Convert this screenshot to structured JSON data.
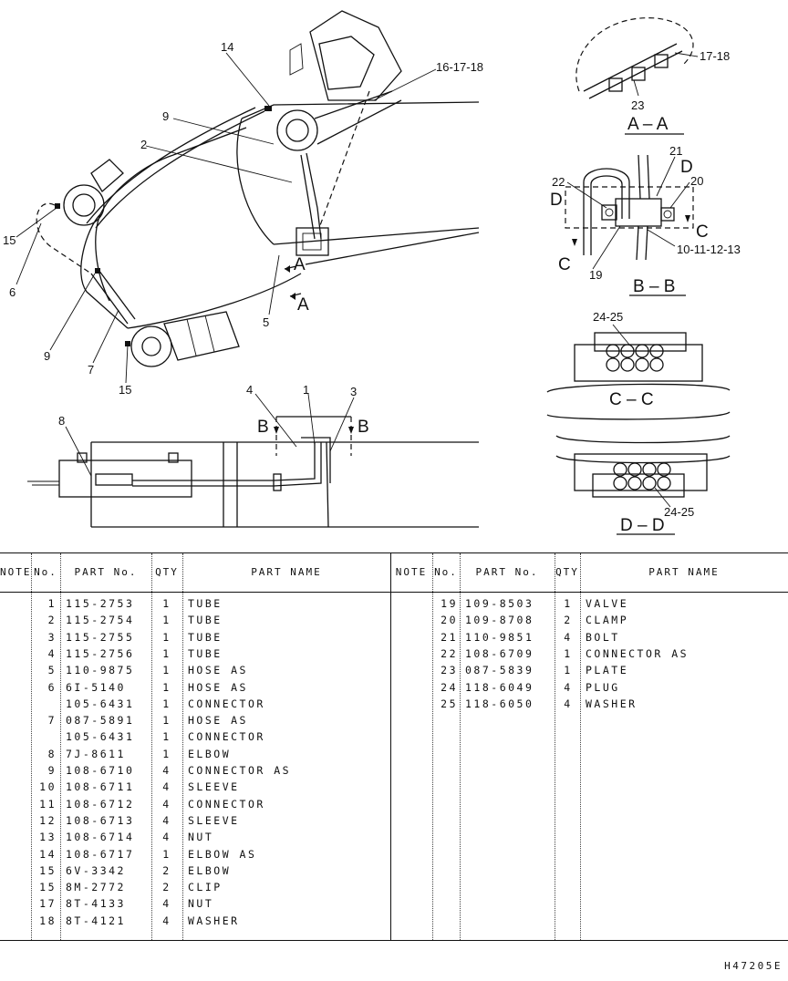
{
  "callouts": {
    "c14": "14",
    "c16_17_18": "16-17-18",
    "c9a": "9",
    "c2": "2",
    "c15a": "15",
    "c6": "6",
    "c9b": "9",
    "c7": "7",
    "c15b": "15",
    "c5": "5",
    "cA1": "A",
    "cA2": "A",
    "c8": "8",
    "c4": "4",
    "c1": "1",
    "c3": "3",
    "cB1": "B",
    "cB2": "B",
    "c23": "23",
    "c17_18": "17-18",
    "c21": "21",
    "cD1": "D",
    "c20": "20",
    "c22": "22",
    "cD2": "D",
    "cC1": "C",
    "cC2": "C",
    "c19": "19",
    "c10_13": "10-11-12-13",
    "c24_25a": "24-25",
    "c24_25b": "24-25"
  },
  "sections": {
    "aa": "A – A",
    "bb": "B – B",
    "cc": "C – C",
    "dd": "D – D"
  },
  "table_headers": {
    "note": "NOTE",
    "no": "No.",
    "part_no": "PART No.",
    "qty": "QTY",
    "part_name": "PART NAME"
  },
  "parts_left": [
    {
      "no": "1",
      "part_no": "115-2753",
      "qty": "1",
      "name": "TUBE"
    },
    {
      "no": "2",
      "part_no": "115-2754",
      "qty": "1",
      "name": "TUBE"
    },
    {
      "no": "3",
      "part_no": "115-2755",
      "qty": "1",
      "name": "TUBE"
    },
    {
      "no": "4",
      "part_no": "115-2756",
      "qty": "1",
      "name": "TUBE"
    },
    {
      "no": "5",
      "part_no": "110-9875",
      "qty": "1",
      "name": "HOSE AS"
    },
    {
      "no": "6",
      "part_no": "6I-5140",
      "qty": "1",
      "name": "HOSE AS"
    },
    {
      "no": "",
      "part_no": "105-6431",
      "qty": "1",
      "name": "  CONNECTOR"
    },
    {
      "no": "7",
      "part_no": "087-5891",
      "qty": "1",
      "name": "HOSE AS"
    },
    {
      "no": "",
      "part_no": "105-6431",
      "qty": "1",
      "name": "  CONNECTOR"
    },
    {
      "no": "8",
      "part_no": "7J-8611",
      "qty": "1",
      "name": "ELBOW"
    },
    {
      "no": "9",
      "part_no": "108-6710",
      "qty": "4",
      "name": "CONNECTOR AS"
    },
    {
      "no": "10",
      "part_no": "108-6711",
      "qty": "4",
      "name": "SLEEVE"
    },
    {
      "no": "11",
      "part_no": "108-6712",
      "qty": "4",
      "name": "CONNECTOR"
    },
    {
      "no": "12",
      "part_no": "108-6713",
      "qty": "4",
      "name": "SLEEVE"
    },
    {
      "no": "13",
      "part_no": "108-6714",
      "qty": "4",
      "name": "NUT"
    },
    {
      "no": "14",
      "part_no": "108-6717",
      "qty": "1",
      "name": "ELBOW AS"
    },
    {
      "no": "15",
      "part_no": "6V-3342",
      "qty": "2",
      "name": "ELBOW"
    },
    {
      "no": "15",
      "part_no": "8M-2772",
      "qty": "2",
      "name": "CLIP"
    },
    {
      "no": "17",
      "part_no": "8T-4133",
      "qty": "4",
      "name": "NUT"
    },
    {
      "no": "18",
      "part_no": "8T-4121",
      "qty": "4",
      "name": "WASHER"
    }
  ],
  "parts_right": [
    {
      "no": "19",
      "part_no": "109-8503",
      "qty": "1",
      "name": "VALVE"
    },
    {
      "no": "20",
      "part_no": "109-8708",
      "qty": "2",
      "name": "CLAMP"
    },
    {
      "no": "21",
      "part_no": "110-9851",
      "qty": "4",
      "name": "BOLT"
    },
    {
      "no": "22",
      "part_no": "108-6709",
      "qty": "1",
      "name": "CONNECTOR AS"
    },
    {
      "no": "23",
      "part_no": "087-5839",
      "qty": "1",
      "name": "PLATE"
    },
    {
      "no": "24",
      "part_no": "118-6049",
      "qty": "4",
      "name": "PLUG"
    },
    {
      "no": "25",
      "part_no": "118-6050",
      "qty": "4",
      "name": "WASHER"
    }
  ],
  "footer": {
    "code": "H47205E"
  }
}
